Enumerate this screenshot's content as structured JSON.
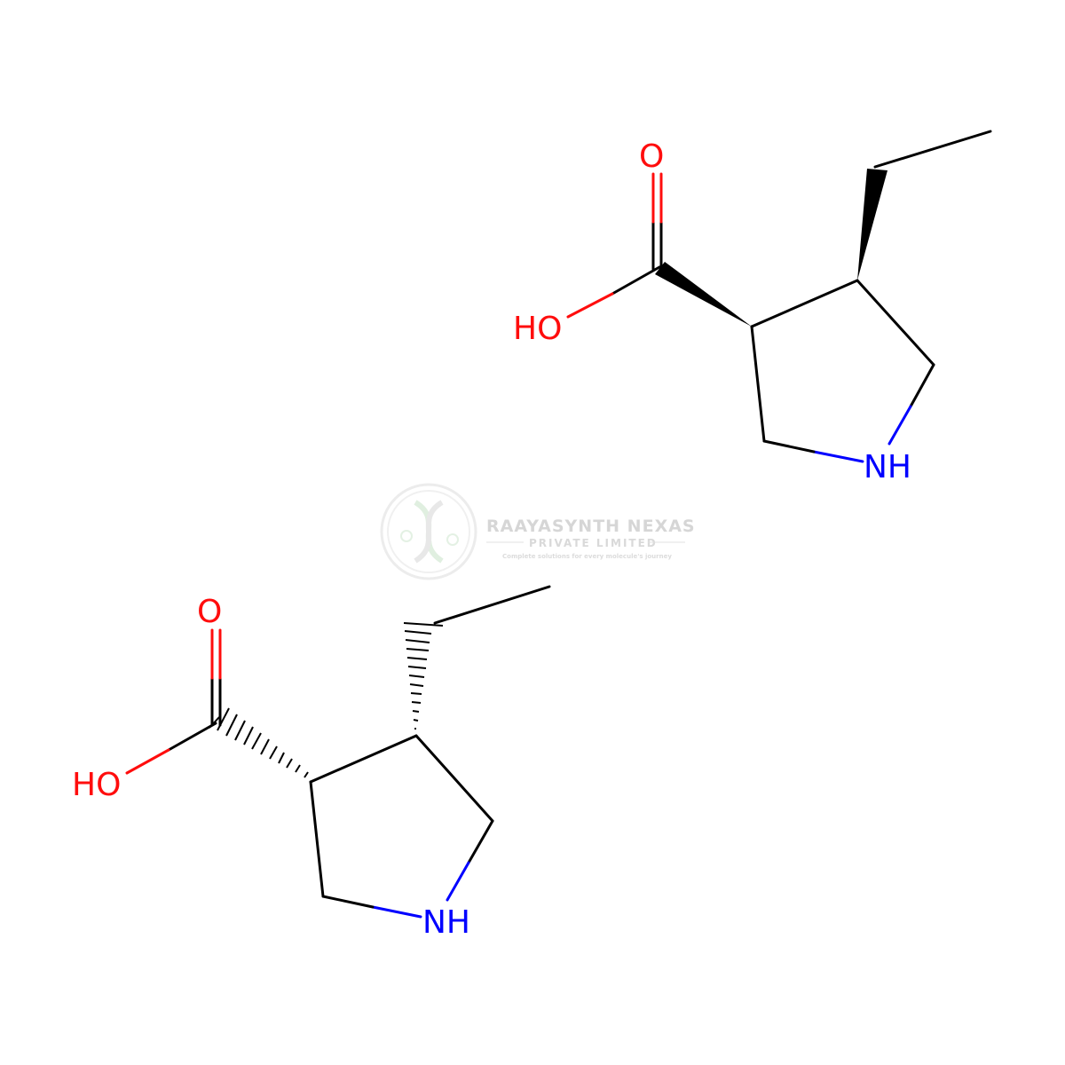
{
  "watermark": {
    "company": "RAAYASYNTH NEXAS",
    "subtitle": "PRIVATE LIMITED",
    "tagline": "Complete solutions for every molecule's journey"
  },
  "molecules": [
    {
      "name": "top-enantiomer",
      "atoms": {
        "carbonyl_o": "O",
        "hydroxyl": "HO",
        "amine": "NH"
      },
      "stereo": "wedge"
    },
    {
      "name": "bottom-enantiomer",
      "atoms": {
        "carbonyl_o": "O",
        "hydroxyl": "HO",
        "amine": "NH"
      },
      "stereo": "hash"
    }
  ],
  "colors": {
    "carbon": "#000000",
    "oxygen": "#ff0d0d",
    "nitrogen": "#0000ff",
    "watermark": "#d6d6d6"
  }
}
